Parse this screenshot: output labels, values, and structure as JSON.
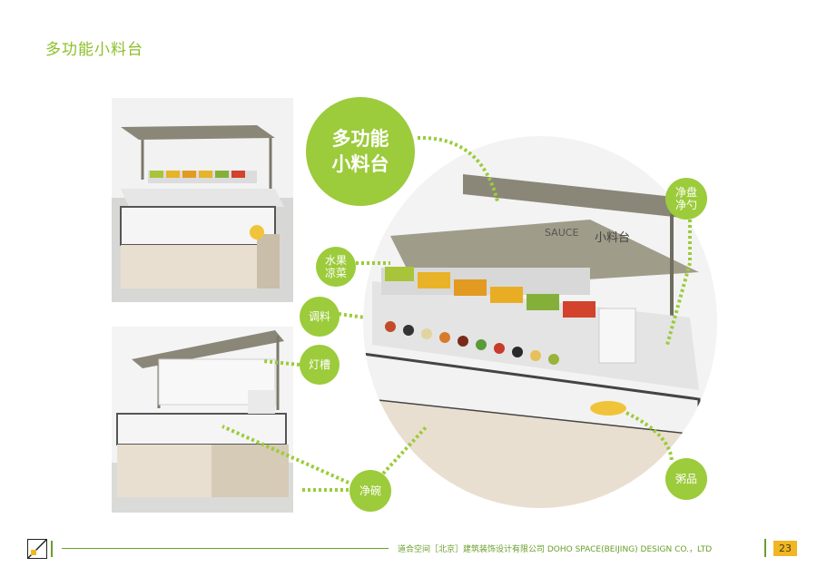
{
  "page": {
    "title": "多功能小料台",
    "page_number": "23"
  },
  "callouts": {
    "main": {
      "line1": "多功能",
      "line2": "小料台"
    },
    "plates": {
      "line1": "净盘",
      "line2": "净勺"
    },
    "fruit": {
      "line1": "水果",
      "line2": "凉菜"
    },
    "sauce": "调料",
    "lamp": "灯槽",
    "porridge": "粥品",
    "bowls": "净碗"
  },
  "signage": {
    "sauce_en": "SAUCE",
    "sauce_cn": "小料台"
  },
  "footer": {
    "company": "道合空间［北京］建筑装饰设计有限公司  DOHO SPACE(BEIJING) DESIGN CO.，LTD"
  },
  "colors": {
    "accent": "#9ccb3b",
    "footer_green": "#6a9f2b",
    "page_badge": "#f0b623"
  }
}
